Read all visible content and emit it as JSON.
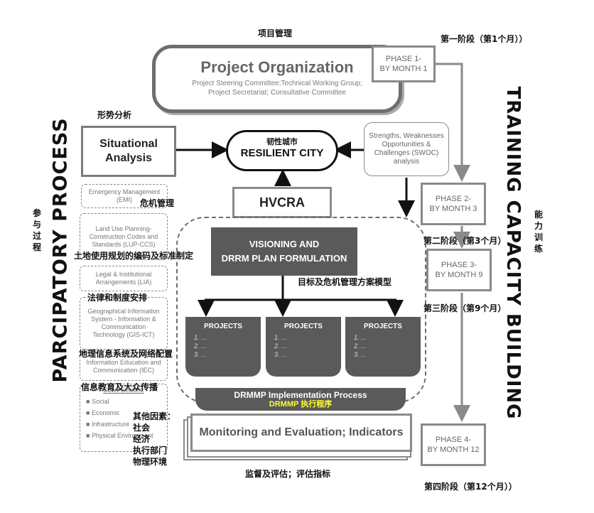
{
  "labels_cn": {
    "project_mgmt": "项目管理",
    "phase1": "第一阶段（第1个月））",
    "situation": "形势分析",
    "crisis": "危机管理",
    "landuse": "土地使用规划的编码及标准制定",
    "legal": "法律和制度安排",
    "gis": "地理信息系统及网络配置",
    "iec": "信息教育及大众传播",
    "phase2": "第二阶段（第3个月）",
    "phase3": "第三阶段（第9个月）",
    "phase4": "第四阶段（第12个月））",
    "goal": "目标及危机管理方案模型",
    "implement": "DRMMP 执行程序",
    "monitor": "监督及评估；评估指标",
    "participatory": "参与过程",
    "capacity": "能力训练",
    "others_title": "其他因素：",
    "others_social": "社会",
    "others_economic": "经济",
    "others_infra": "执行部门",
    "others_env": "物理环境",
    "resilient_cn": "韧性城市"
  },
  "project_org": {
    "title": "Project Organization",
    "sub": "Project Steering Committee;Technical Working Group; Project Secretariat; Consultative Committee"
  },
  "phases": [
    {
      "line1": "PHASE 1-",
      "line2": "BY MONTH 1"
    },
    {
      "line1": "PHASE 2-",
      "line2": "BY MONTH 3"
    },
    {
      "line1": "PHASE 3-",
      "line2": "BY MONTH 9"
    },
    {
      "line1": "PHASE 4-",
      "line2": "BY MONTH 12"
    }
  ],
  "situational": {
    "line1": "Situational",
    "line2": "Analysis"
  },
  "resilient": "RESILIENT CITY",
  "swoc": "Strengths, Weaknesses Opportunities & Challenges (SWOC) analysis",
  "hvcra": "HVCRA",
  "visioning": {
    "line1": "VISIONING AND",
    "line2": "DRRM PLAN FORMULATION"
  },
  "left_items": {
    "emi": "Emergency Management (EMI)",
    "lup": "Land Use Planning-Construction Codes and Standards (LUP-CCS)",
    "lia": "Legal & Institutional Arrangements (LIA)",
    "gis": "Geographical Information System - Information & Communication Technology (GIS-ICT)",
    "iec": "Information Education and Communication (IEC)",
    "other_title": "Other Sectors:",
    "other_list": [
      "Social",
      "Economic",
      "Infrastructure",
      "Physical Environment"
    ]
  },
  "projects": [
    {
      "title": "PROJECTS",
      "items": [
        "1. ...",
        "2. ...",
        "3. ..."
      ]
    },
    {
      "title": "PROJECTS",
      "items": [
        "1. ...",
        "2. ...",
        "3. ..."
      ]
    },
    {
      "title": "PROJECTS",
      "items": [
        "1. ...",
        "2. ...",
        "3. ..."
      ]
    }
  ],
  "implementation": "DRMMP Implementation Process",
  "monitoring": "Monitoring and Evaluation; Indicators",
  "side_left": "PARCIPATORY PROCESS",
  "side_right": "TRAINING CAPACITY BUILDING",
  "colors": {
    "dark_box": "#5a5a5a",
    "border_gray": "#7b7b7b",
    "implement_cn": "#ffff33"
  }
}
